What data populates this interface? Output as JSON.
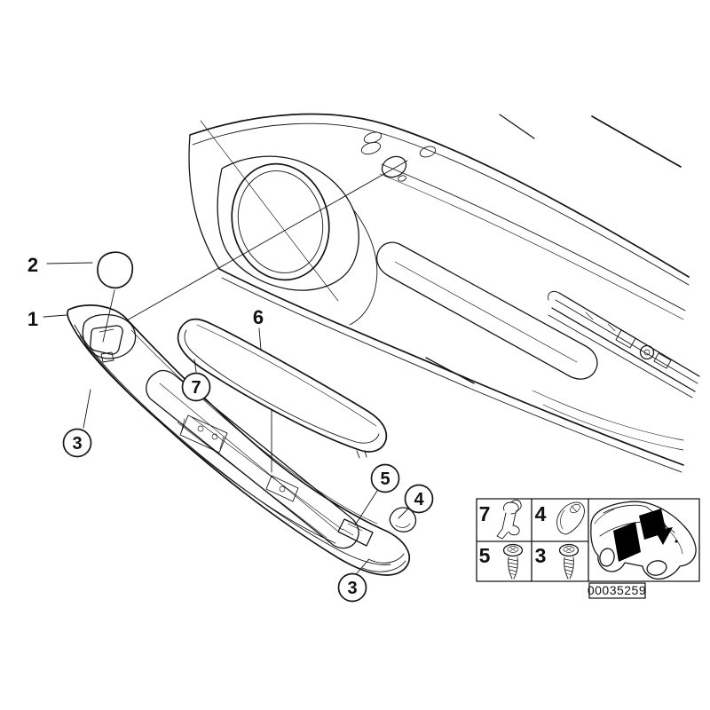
{
  "colors": {
    "line": "#161616",
    "background": "#ffffff",
    "highlight": "#000000"
  },
  "callouts": {
    "plain": [
      {
        "label": "1"
      },
      {
        "label": "2"
      },
      {
        "label": "6"
      }
    ],
    "circled": [
      {
        "label": "3"
      },
      {
        "label": "7"
      },
      {
        "label": "5"
      },
      {
        "label": "4"
      },
      {
        "label": "3"
      }
    ]
  },
  "legend": {
    "items": [
      {
        "number": "7",
        "icon": "clip-icon"
      },
      {
        "number": "4",
        "icon": "grommet-icon"
      },
      {
        "number": "5",
        "icon": "screw-icon"
      },
      {
        "number": "3",
        "icon": "screw-icon"
      }
    ],
    "part_number": "00035259",
    "car_icon": "car-location-icon"
  }
}
